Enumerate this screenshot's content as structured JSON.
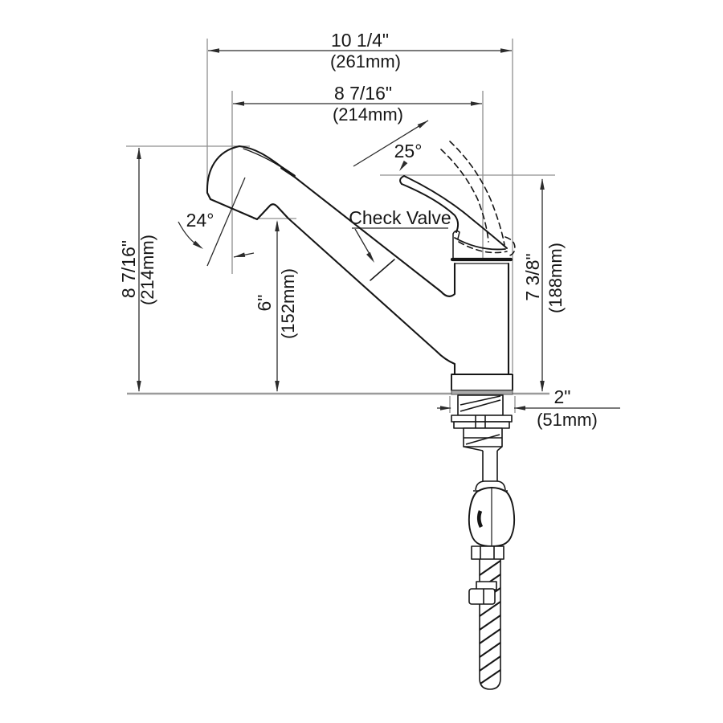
{
  "drawing_title": "faucet-dimension-drawing",
  "annotations": {
    "check_valve": "Check Valve",
    "spray_angle": "24°",
    "handle_angle": "25°"
  },
  "dimensions": {
    "overall_width": {
      "in": "10 1/4\"",
      "mm": "(261mm)"
    },
    "spout_reach": {
      "in": "8 7/16\"",
      "mm": "(214mm)"
    },
    "overall_height": {
      "in": "8 7/16\"",
      "mm": "(214mm)"
    },
    "spout_height": {
      "in": "6\"",
      "mm": "(152mm)"
    },
    "body_height": {
      "in": "7 3/8\"",
      "mm": "(188mm)"
    },
    "hole_diameter": {
      "in": "2\"",
      "mm": "(51mm)"
    }
  },
  "colors": {
    "outline": "#161616",
    "dimension_line": "#2b2b2b",
    "extension_line": "#8f8f8f",
    "deck_line": "#9b9b9b",
    "background": "#ffffff"
  }
}
